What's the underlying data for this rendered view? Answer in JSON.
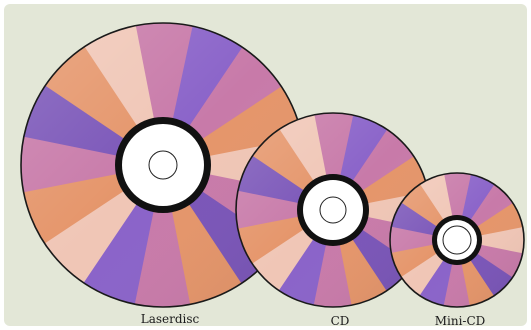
{
  "diagram": {
    "background_color": "#e3e7d7",
    "disc_colors": [
      "#8a63c9",
      "#c87aa9",
      "#e5956a",
      "#f0c6b6",
      "#7a55b8"
    ],
    "discs": [
      {
        "name": "laserdisc",
        "label": "Laserdisc"
      },
      {
        "name": "cd",
        "label": "CD"
      },
      {
        "name": "mini-cd",
        "label": "Mini-CD"
      }
    ]
  }
}
